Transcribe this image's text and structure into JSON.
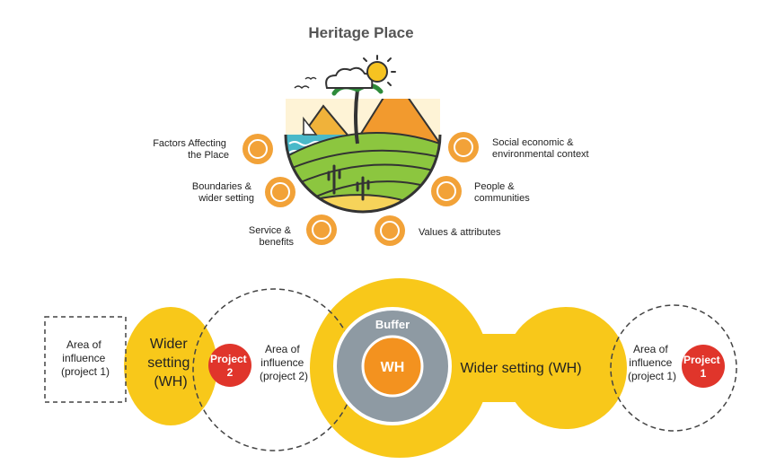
{
  "title": "Heritage Place",
  "factors": [
    {
      "id": "factors",
      "lines": [
        "Factors Affecting",
        "the Place"
      ]
    },
    {
      "id": "boundaries",
      "lines": [
        "Boundaries &",
        "wider setting"
      ]
    },
    {
      "id": "service",
      "lines": [
        "Service &",
        "benefits"
      ]
    },
    {
      "id": "social",
      "lines": [
        "Social economic &",
        "environmental context"
      ]
    },
    {
      "id": "people",
      "lines": [
        "People &",
        "communities"
      ]
    },
    {
      "id": "values",
      "lines": [
        "Values & attributes"
      ]
    }
  ],
  "diagram": {
    "area_p1_left": [
      "Area of",
      "influence",
      "(project 1)"
    ],
    "wider_left": [
      "Wider",
      "setting",
      "(WH)"
    ],
    "project2": [
      "Project",
      "2"
    ],
    "area_p2": [
      "Area of",
      "influence",
      "(project 2)"
    ],
    "buffer": "Buffer",
    "wh": "WH",
    "wider_right": "Wider setting (WH)",
    "area_p1_right": [
      "Area of",
      "influence",
      "(project 1)"
    ],
    "project1": [
      "Project",
      "1"
    ]
  },
  "colors": {
    "orange": "#f2a238",
    "yellow": "#f8c81a",
    "red": "#e0352b",
    "buffer_gray": "#8e9aa3",
    "wh_orange": "#f3921f"
  }
}
